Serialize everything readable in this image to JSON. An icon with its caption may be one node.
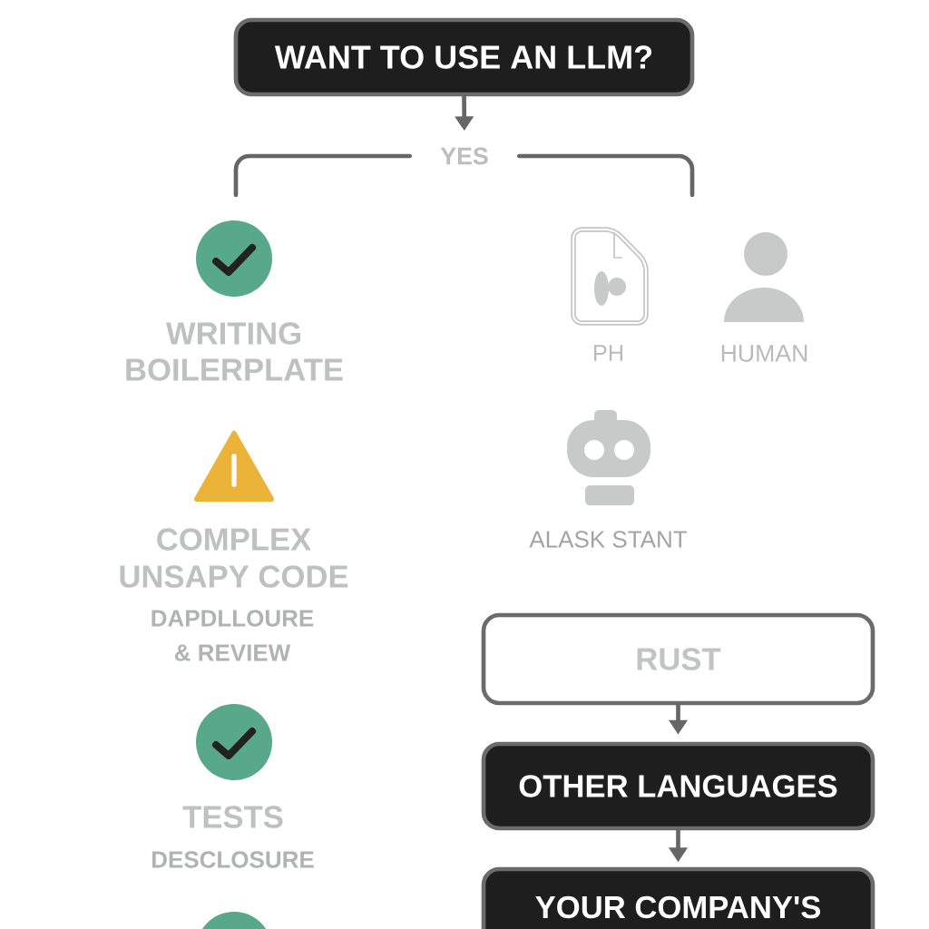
{
  "diagram": {
    "nodes": [
      {
        "text": [
          "WANT TO USE AN LLM?"
        ]
      },
      {
        "text": [
          "YES"
        ]
      },
      {
        "text": [
          "RUST"
        ]
      },
      {
        "text": [
          "OTHER LANGUAGES"
        ]
      },
      {
        "text": [
          "YOUR COMPANY'S"
        ]
      }
    ],
    "edges": [
      {
        "from": 0,
        "to": 1,
        "arrow": "to"
      },
      {
        "from": 1,
        "to": null,
        "arrow": "none"
      },
      {
        "from": 1,
        "to": null,
        "arrow": "none"
      },
      {
        "from": 2,
        "to": 3,
        "arrow": "to"
      },
      {
        "from": 3,
        "to": 4,
        "arrow": "to"
      }
    ],
    "labels": [
      "WRITING BOILERPLATE",
      "COMPLEX UNSAPY CODE",
      "DAPDLLOURE & REVIEW",
      "TESTS",
      "DESCLOSURE",
      "PH",
      "HUMAN",
      "ALASK STANT"
    ]
  }
}
